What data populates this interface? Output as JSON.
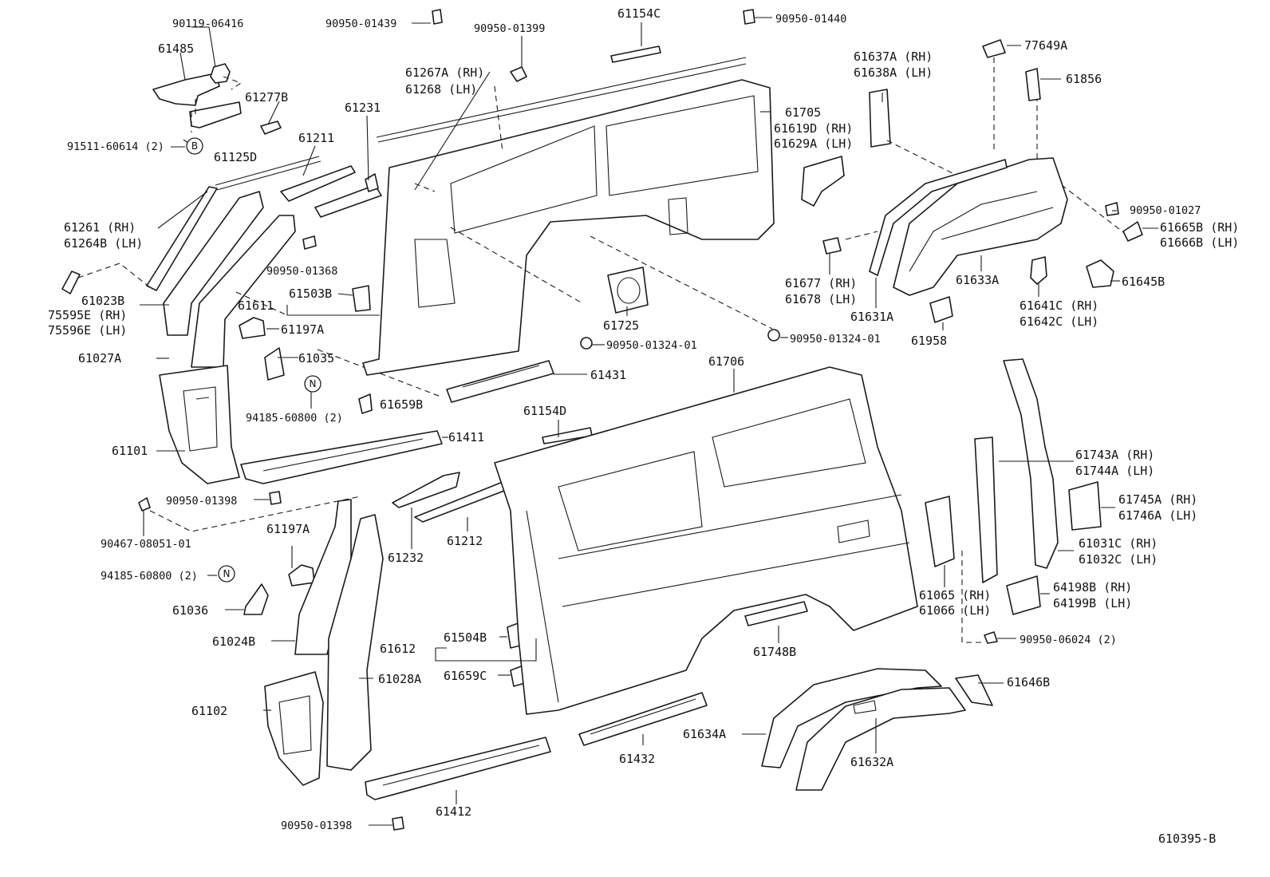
{
  "diagram_code": "610395-B",
  "labels": {
    "p90119_06416": "90119-06416",
    "p61485": "61485",
    "p61277B": "61277B",
    "p91511_60614": "91511-60614 (2)",
    "p61125D": "61125D",
    "p61211": "61211",
    "p61231": "61231",
    "p61261_rh": "61261  (RH)",
    "p61264B_lh": "61264B (LH)",
    "p90950_01368": "90950-01368",
    "p61023B": "61023B",
    "p75595E_rh": "75595E (RH)",
    "p75596E_lh": "75596E (LH)",
    "p61027A": "61027A",
    "p61101": "61101",
    "p61611": "61611",
    "p61503B": "61503B",
    "p61197A": "61197A",
    "p61035": "61035",
    "p94185_60800_a": "94185-60800 (2)",
    "p61659B": "61659B",
    "p61411": "61411",
    "p90950_01398_a": "90950-01398",
    "p90467_08051_01": "90467-08051-01",
    "p94185_60800_b": "94185-60800 (2)",
    "p61036": "61036",
    "p61197A_b": "61197A",
    "p61232": "61232",
    "p61212": "61212",
    "p61024B": "61024B",
    "p61102": "61102",
    "p61028A": "61028A",
    "p61612": "61612",
    "p61504B": "61504B",
    "p61659C": "61659C",
    "p61412": "61412",
    "p90950_01398_b": "90950-01398",
    "p90950_01439": "90950-01439",
    "p90950_01399": "90950-01399",
    "p61267A_rh": "61267A (RH)",
    "p61268_lh": "61268  (LH)",
    "p61154C": "61154C",
    "p90950_01440": "90950-01440",
    "p61705": "61705",
    "p61619D_rh": "61619D (RH)",
    "p61629A_lh": "61629A (LH)",
    "p61725": "61725",
    "p90950_01324_01_a": "90950-01324-01",
    "p90950_01324_01_b": "90950-01324-01",
    "p61431": "61431",
    "p61706": "61706",
    "p61154D": "61154D",
    "p61432": "61432",
    "p61748B": "61748B",
    "p61634A": "61634A",
    "p61632A": "61632A",
    "p61637A_rh": "61637A (RH)",
    "p61638A_lh": "61638A (LH)",
    "p77649A": "77649A",
    "p61856": "61856",
    "p90950_01027": "90950-01027",
    "p61665B_rh": "61665B (RH)",
    "p61666B_lh": "61666B (LH)",
    "p61677_rh": "61677 (RH)",
    "p61678_lh": "61678 (LH)",
    "p61631A": "61631A",
    "p61633A": "61633A",
    "p61645B": "61645B",
    "p61641C_rh": "61641C (RH)",
    "p61642C_lh": "61642C (LH)",
    "p61958": "61958",
    "p61743A_rh": "61743A (RH)",
    "p61744A_lh": "61744A (LH)",
    "p61745A_rh": "61745A (RH)",
    "p61746A_lh": "61746A (LH)",
    "p61031C_rh": "61031C (RH)",
    "p61032C_lh": "61032C (LH)",
    "p64198B_rh": "64198B (RH)",
    "p64199B_lh": "64199B (LH)",
    "p61065_rh": "61065 (RH)",
    "p61066_lh": "61066 (LH)",
    "p90950_06024": "90950-06024 (2)",
    "p61646B": "61646B"
  },
  "callouts": {
    "circle_b": "B",
    "circle_n_a": "N",
    "circle_n_b": "N"
  }
}
